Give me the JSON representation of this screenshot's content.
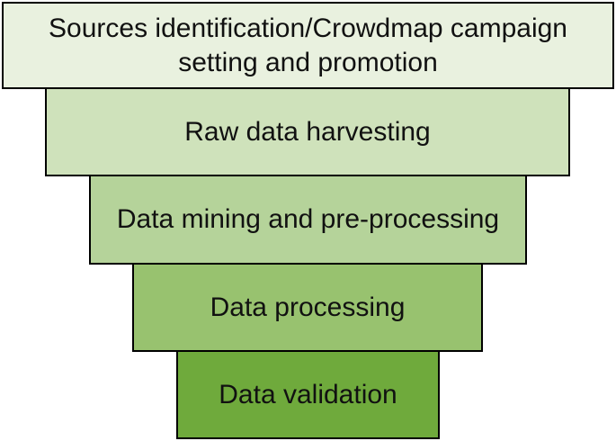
{
  "diagram": {
    "stages": [
      {
        "label": "Sources identification/Crowdmap campaign setting and promotion",
        "color": "#e9f1df"
      },
      {
        "label": "Raw data harvesting",
        "color": "#cfe2bb"
      },
      {
        "label": "Data mining and pre-processing",
        "color": "#b5d39a"
      },
      {
        "label": "Data processing",
        "color": "#98c26f"
      },
      {
        "label": "Data validation",
        "color": "#6faa3c"
      }
    ]
  }
}
